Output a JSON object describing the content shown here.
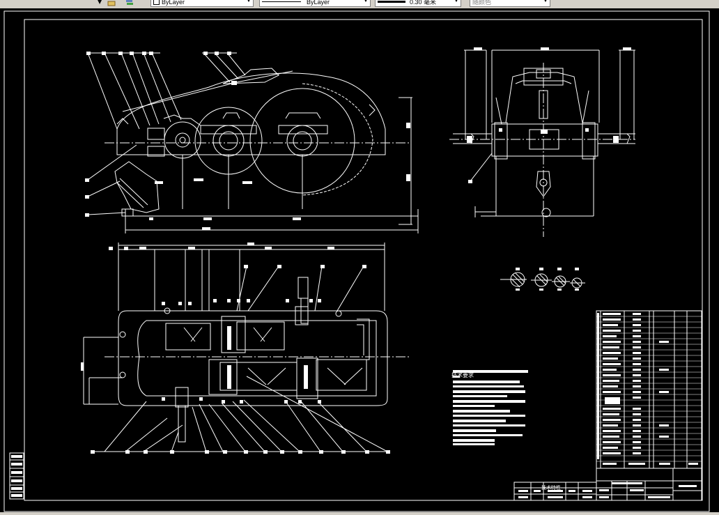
{
  "toolbar": {
    "layer_combo": "ByLayer",
    "linetype_combo": "ByLayer",
    "lineweight_combo": "0.30 毫米",
    "color_combo": "随颜色"
  },
  "drawing": {
    "tech_requirements_title": "技术要求",
    "tech_params_title": "技术特性"
  },
  "colors": {
    "background": "#000000",
    "line": "#ffffff",
    "chrome": "#d4d0c8"
  }
}
